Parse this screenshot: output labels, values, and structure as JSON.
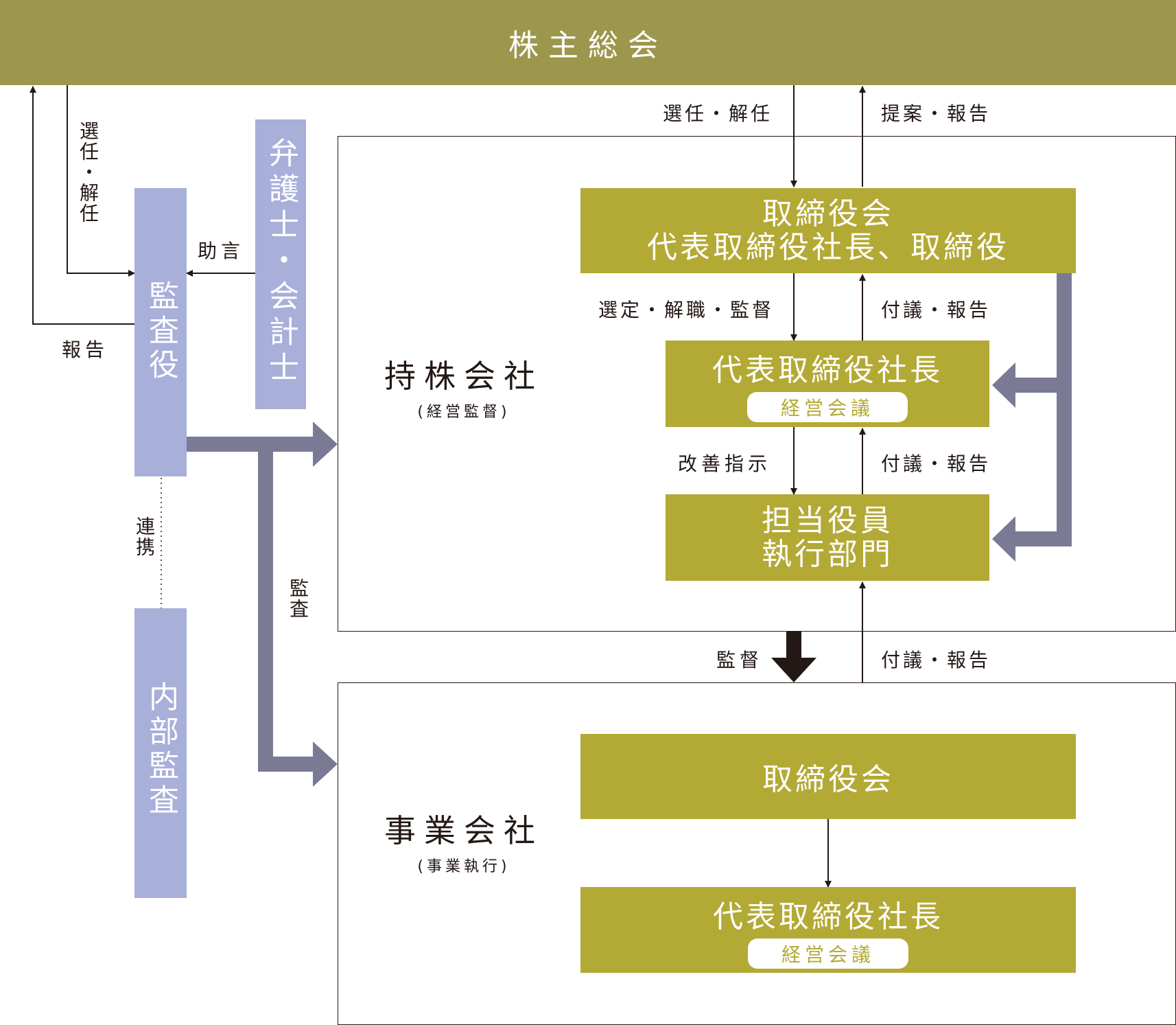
{
  "shareholders_meeting": "株主総会",
  "auditor": "監査役",
  "internal_audit": "内部監査",
  "advisors": "弁護士・会計士",
  "holding_company": {
    "name": "持株会社",
    "role": "(経営監督)"
  },
  "operating_company": {
    "name": "事業会社",
    "role": "(事業執行)"
  },
  "holding_board": {
    "line1": "取締役会",
    "line2": "代表取締役社長、取締役"
  },
  "holding_president": {
    "title": "代表取締役社長",
    "pill": "経営会議"
  },
  "holding_officers": {
    "line1": "担当役員",
    "line2": "執行部門"
  },
  "op_board": "取締役会",
  "op_president": {
    "title": "代表取締役社長",
    "pill": "経営会議"
  },
  "labels": {
    "appoint_dismiss_vertical": "選任・解任",
    "report_left": "報告",
    "advice": "助言",
    "cooperation": "連携",
    "audit": "監査",
    "appoint_dismiss_top": "選任・解任",
    "propose_report": "提案・報告",
    "select_dismiss_supervise": "選定・解職・監督",
    "refer_report_1": "付議・報告",
    "improvement_instruction": "改善指示",
    "refer_report_2": "付議・報告",
    "supervision": "監督",
    "refer_report_3": "付議・報告"
  },
  "colors": {
    "olive_top": "#9d974d",
    "olive": "#b3a935",
    "lavender": "#a8afd9",
    "slate_arrow": "#7b7a95",
    "line": "#231815"
  }
}
